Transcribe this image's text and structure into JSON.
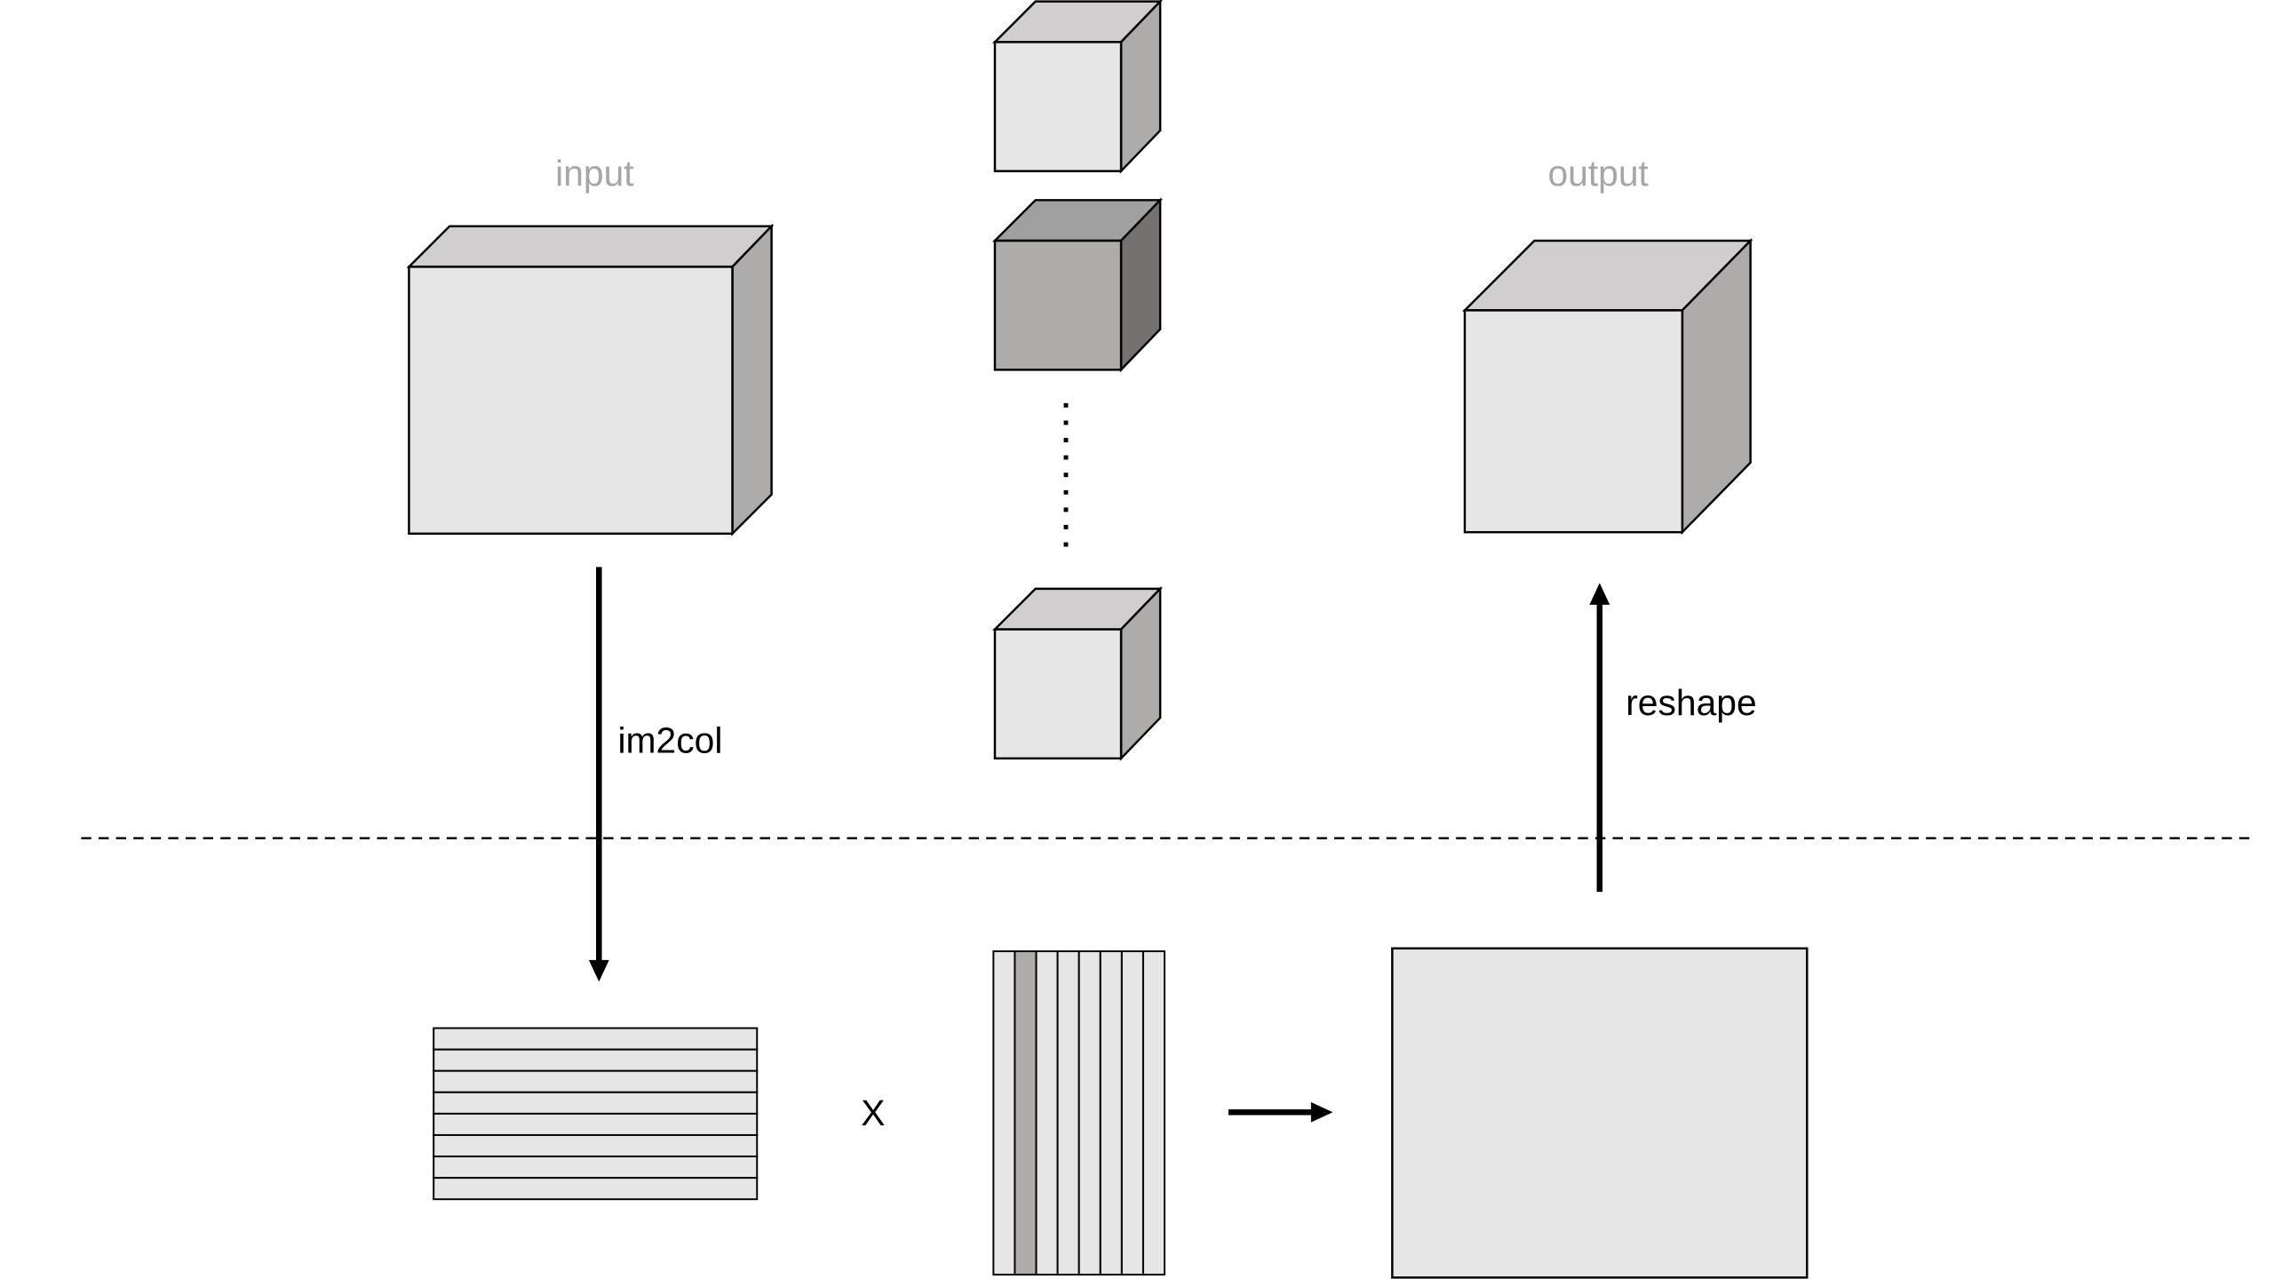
{
  "labels": {
    "input": "input",
    "output": "output",
    "im2col": "im2col",
    "reshape": "reshape",
    "multiply": "X"
  },
  "colors": {
    "face_light": "#e6e6e6",
    "face_top": "#d0cece",
    "face_side": "#aeabab",
    "filter_dark_front": "#aeabab",
    "filter_dark_top": "#a0a0a0",
    "filter_dark_side": "#767171",
    "stroke": "#000000",
    "label_gray": "#a6a6a6"
  },
  "structure": {
    "filter_cubes_shown": 3,
    "filter_cubes_highlighted_index": 1,
    "input_matrix_rows": 8,
    "filter_matrix_columns": 8,
    "filter_matrix_highlighted_column": 1
  }
}
